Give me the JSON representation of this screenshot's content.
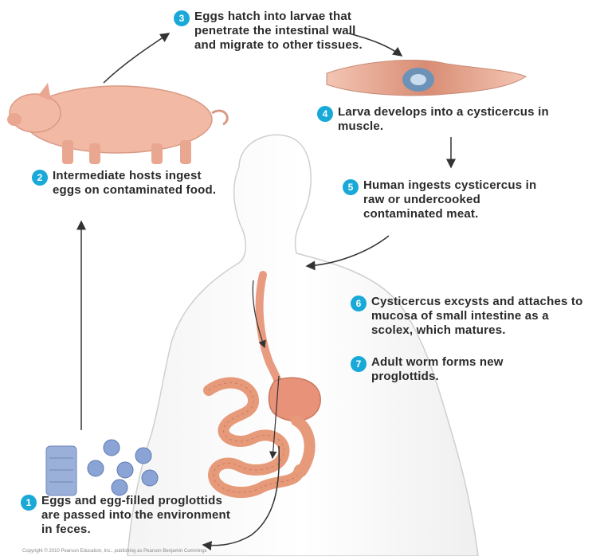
{
  "steps": [
    {
      "num": "1",
      "text": "Eggs and egg-filled proglottids are passed into the environment in feces."
    },
    {
      "num": "2",
      "text": "Intermediate hosts ingest eggs on contaminated food."
    },
    {
      "num": "3",
      "text": "Eggs hatch into larvae that penetrate the intestinal wall and migrate to other tissues."
    },
    {
      "num": "4",
      "text": "Larva develops into a cysticercus in muscle."
    },
    {
      "num": "5",
      "text": "Human ingests cysticercus in raw or undercooked contaminated meat."
    },
    {
      "num": "6",
      "text": "Cysticercus excysts and attaches to mucosa of small intestine as a scolex, which matures."
    },
    {
      "num": "7",
      "text": "Adult worm forms new proglottids."
    }
  ],
  "credit": "Copyright © 2010 Pearson Education, Inc., publishing as Pearson Benjamin Cummings",
  "colors": {
    "badge": "#19a9d8",
    "pig": "#f2b9a4",
    "body_outline": "#c8c8c8",
    "intestine": "#e79a7a",
    "egg": "#8aa4d6",
    "arrow": "#333333"
  }
}
